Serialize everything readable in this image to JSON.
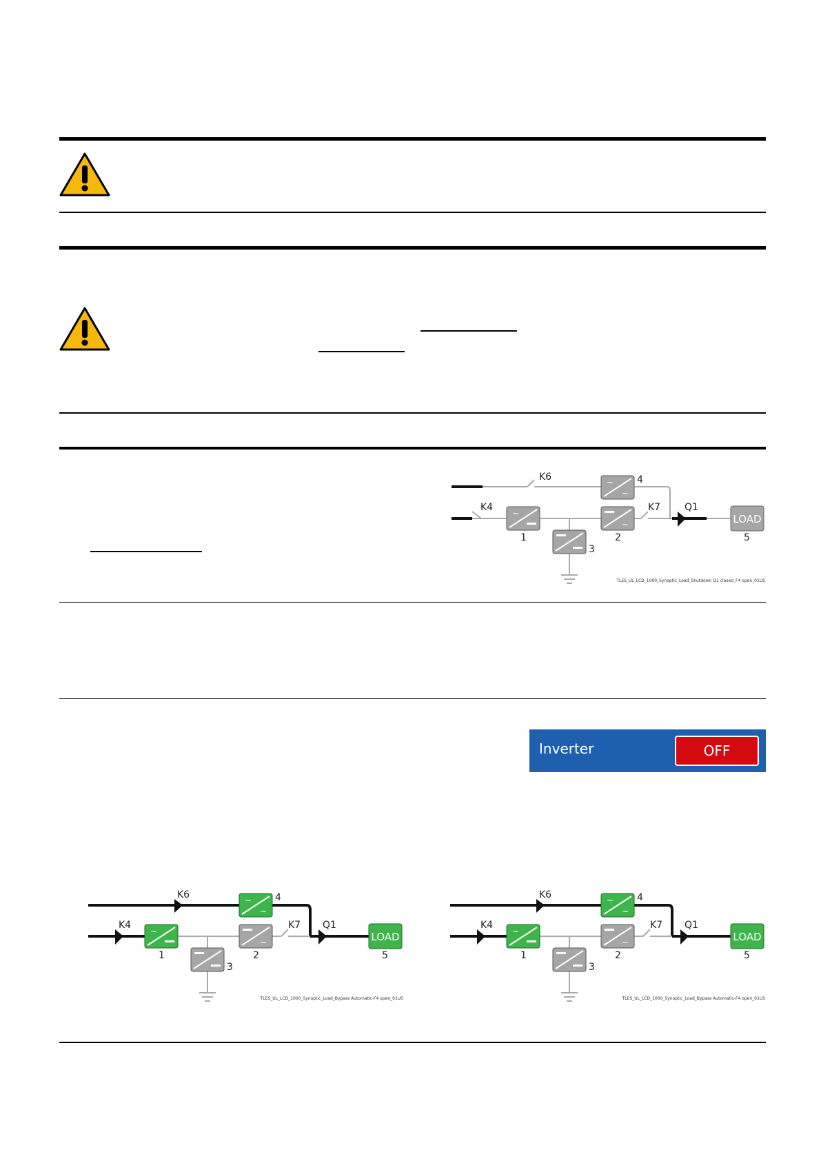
{
  "diagrams": [
    {
      "labels": {
        "k6": "K6",
        "k4": "K4",
        "k7": "K7",
        "q1": "Q1",
        "load": "LOAD",
        "n1": "1",
        "n2": "2",
        "n3": "3",
        "n4": "4",
        "n5": "5"
      },
      "caption": "TLES_UL_LCD_1000_Synoptic_Load_Shutdown Q1 closed_F4 open_01US",
      "state": "shutdown"
    },
    {
      "labels": {
        "k6": "K6",
        "k4": "K4",
        "k7": "K7",
        "q1": "Q1",
        "load": "LOAD",
        "n1": "1",
        "n2": "2",
        "n3": "3",
        "n4": "4",
        "n5": "5"
      },
      "caption": "TLES_UL_LCD_1000_Synoptic_Load_Bypass Automatic-F4 open_01US",
      "state": "bypass"
    },
    {
      "labels": {
        "k6": "K6",
        "k4": "K4",
        "k7": "K7",
        "q1": "Q1",
        "load": "LOAD",
        "n1": "1",
        "n2": "2",
        "n3": "3",
        "n4": "4",
        "n5": "5"
      },
      "caption": "TLES_UL_LCD_1000_Synoptic_Load_Bypass Automatic-F4 open_01US",
      "state": "bypass"
    }
  ],
  "inverter": {
    "label": "Inverter",
    "state": "OFF"
  },
  "colors": {
    "active_green": "#3db54a",
    "inactive_gray": "#a6a6a6",
    "inverter_blue": "#1f5fb0",
    "off_red": "#d40a0f"
  },
  "icons": [
    "warning-triangle-icon",
    "warning-triangle-icon"
  ]
}
